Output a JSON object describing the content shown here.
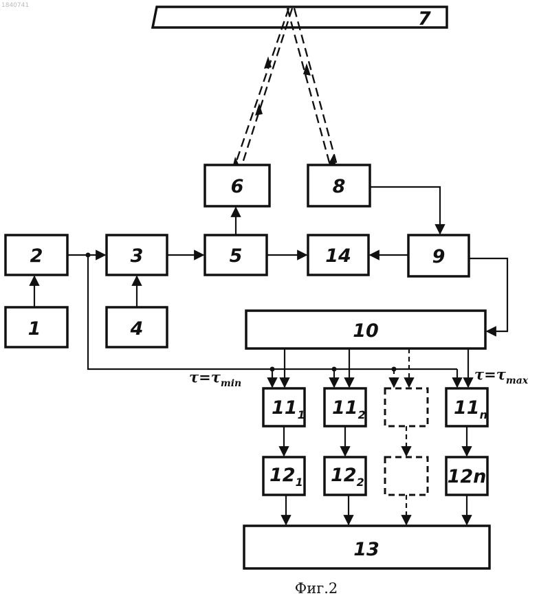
{
  "doc_number": "1840741",
  "caption": "Фиг.2",
  "blocks": {
    "b1": "1",
    "b2": "2",
    "b3": "3",
    "b4": "4",
    "b5": "5",
    "b6": "6",
    "b7": "7",
    "b8": "8",
    "b9": "9",
    "b10": "10",
    "b13": "13",
    "b14": "14",
    "b11_1": {
      "main": "11",
      "sub": "1"
    },
    "b11_2": {
      "main": "11",
      "sub": "2"
    },
    "b11_n": {
      "main": "11",
      "sub": "n"
    },
    "b12_1": {
      "main": "12",
      "sub": "1"
    },
    "b12_2": {
      "main": "12",
      "sub": "2"
    },
    "b12_n": {
      "main": "12n"
    }
  },
  "tau_min": {
    "symbol": "τ",
    "eq": "=",
    "symbol2": "τ",
    "sub": "min"
  },
  "tau_max": {
    "symbol": "τ",
    "eq": "=",
    "symbol2": "τ",
    "sub": "max"
  }
}
